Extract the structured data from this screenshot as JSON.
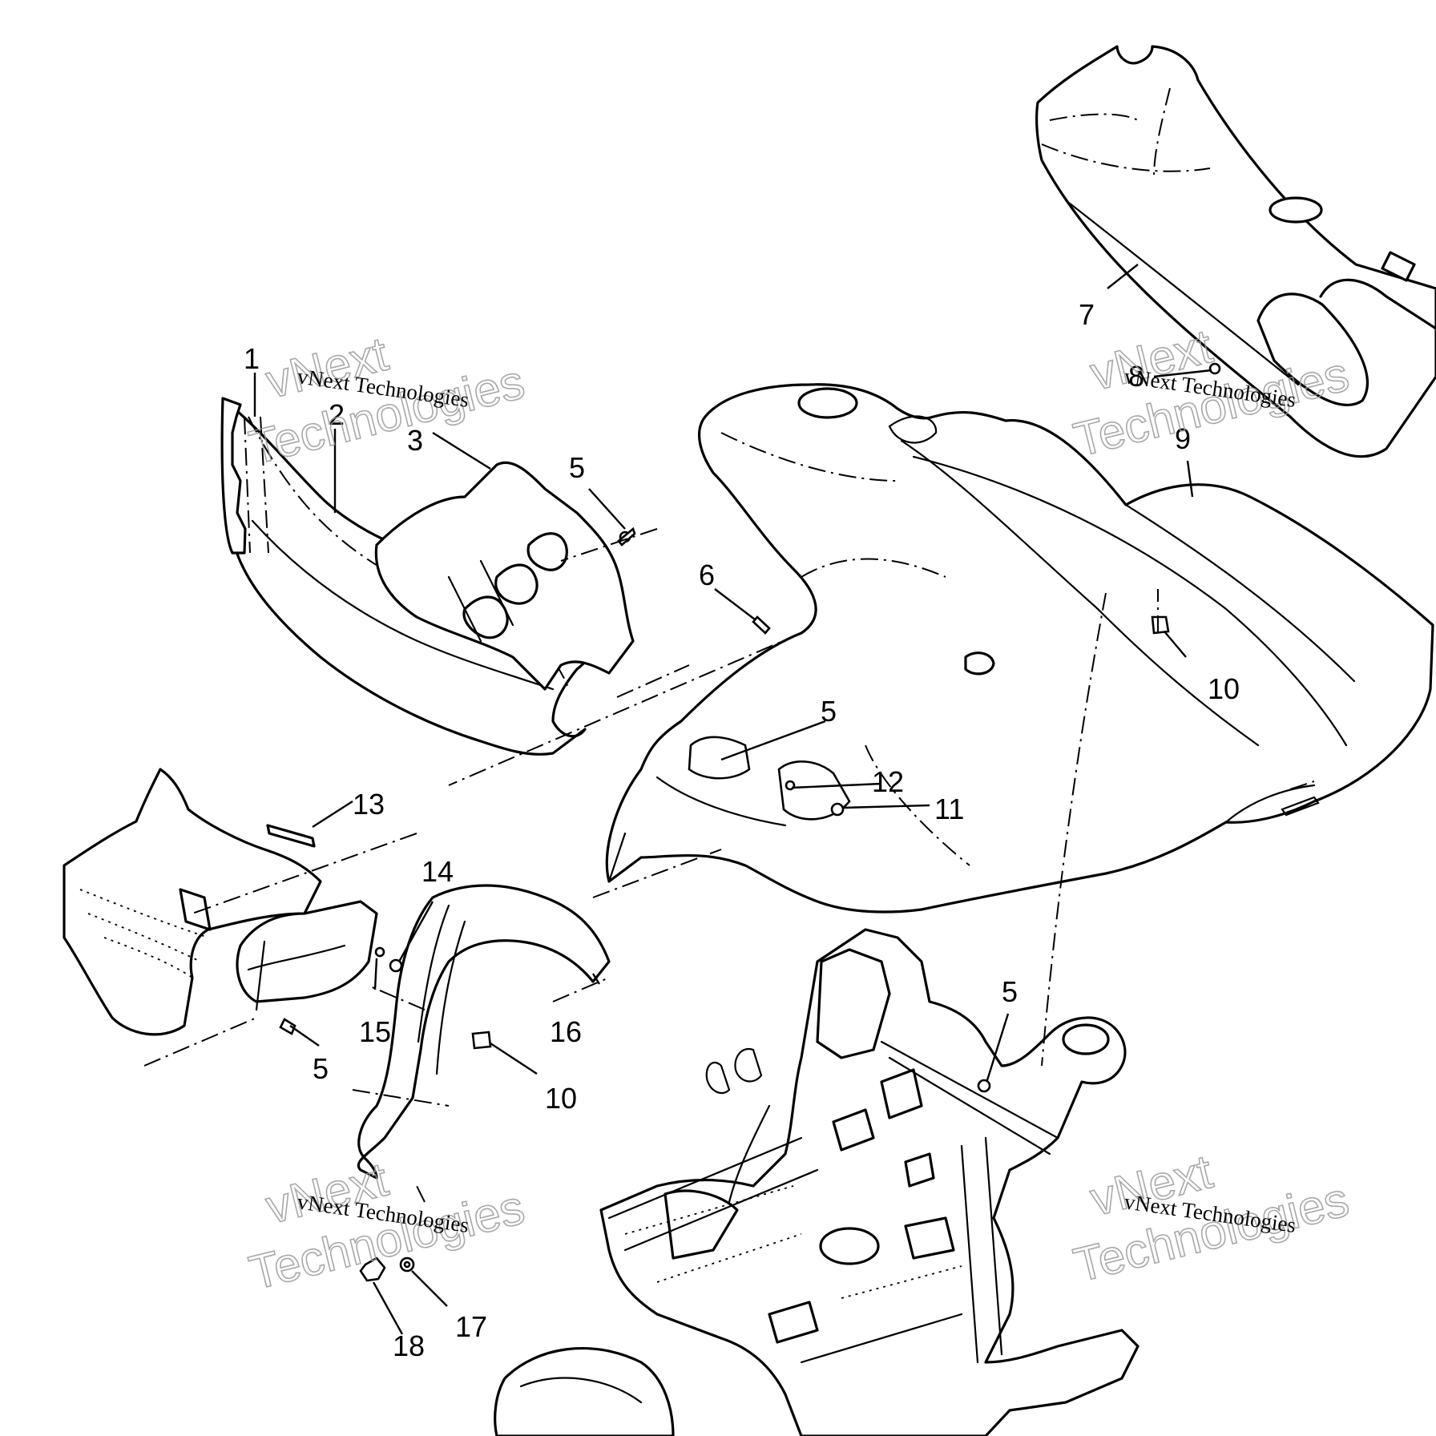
{
  "callouts": [
    {
      "id": "c1",
      "text": "1"
    },
    {
      "id": "c2",
      "text": "2"
    },
    {
      "id": "c3",
      "text": "3"
    },
    {
      "id": "c5a",
      "text": "5"
    },
    {
      "id": "c5b",
      "text": "5"
    },
    {
      "id": "c5c",
      "text": "5"
    },
    {
      "id": "c5d",
      "text": "5"
    },
    {
      "id": "c6",
      "text": "6"
    },
    {
      "id": "c7",
      "text": "7"
    },
    {
      "id": "c8",
      "text": "8"
    },
    {
      "id": "c9",
      "text": "9"
    },
    {
      "id": "c10a",
      "text": "10"
    },
    {
      "id": "c10b",
      "text": "10"
    },
    {
      "id": "c11",
      "text": "11"
    },
    {
      "id": "c12",
      "text": "12"
    },
    {
      "id": "c13",
      "text": "13"
    },
    {
      "id": "c14",
      "text": "14"
    },
    {
      "id": "c15",
      "text": "15"
    },
    {
      "id": "c16",
      "text": "16"
    },
    {
      "id": "c17",
      "text": "17"
    },
    {
      "id": "c18",
      "text": "18"
    }
  ],
  "watermark": {
    "company_line": "vNext Technologies",
    "big_line_1": "vNext",
    "big_line_2": "Technologies"
  }
}
